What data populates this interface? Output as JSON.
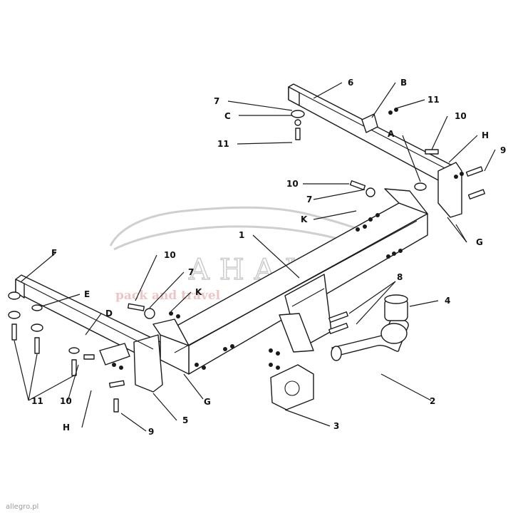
{
  "watermark": {
    "brand": "AHAKA",
    "tagline": "pack and travel"
  },
  "credit": "allegro.pl",
  "callouts": {
    "n1": "1",
    "n2": "2",
    "n3": "3",
    "n4": "4",
    "n5": "5",
    "n6": "6",
    "n7_top": "7",
    "n7_mid": "7",
    "n7_left": "7",
    "n8": "8",
    "n9_right": "9",
    "n9_bottom": "9",
    "n10_top": "10",
    "n10_mid": "10",
    "n10_left": "10",
    "n10_bottom": "10",
    "n11_top": "11",
    "n11_topright": "11",
    "n11_left": "11",
    "A": "A",
    "B": "B",
    "C": "C",
    "D": "D",
    "E": "E",
    "F": "F",
    "G_right": "G",
    "G_left": "G",
    "H_right": "H",
    "H_left": "H",
    "K_mid": "K",
    "K_left": "K"
  }
}
